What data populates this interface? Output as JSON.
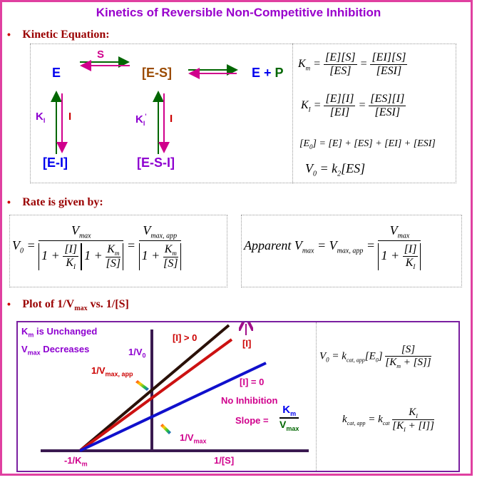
{
  "title": "Kinetics of Reversible Non-Competitive Inhibition",
  "bullet": "•",
  "section1": "Kinetic Equation:",
  "section2": "Rate is given by:",
  "section3": {
    "prefix": "Plot of 1/V",
    "sub": "max",
    "suffix": " vs. 1/[S]"
  },
  "scheme": {
    "E": "E",
    "ES": "[E-S]",
    "EP": "E + ",
    "P": "P",
    "S": "S",
    "EI": "[E-I]",
    "ESI": "[E-S-I]",
    "KI": "K",
    "KI_sub": "I",
    "KI2": "K",
    "KI2_sub": "I",
    "KI2_sup": "'",
    "I": "I"
  },
  "equations": {
    "km": "K",
    "km_sub": "m",
    "ki": "K",
    "ki_sub": "I",
    "E": "[E]",
    "S": "[S]",
    "ES": "[ES]",
    "EI": "[EI]",
    "ESI": "[ESI]",
    "I": "[I]",
    "eq": "=",
    "e0_line": "[E",
    "e0_sub": "0",
    "e0_rest": "] = [E] + [ES] + [EI] + [ESI]",
    "v0_line": "V",
    "v0_sub": "0",
    "v0_mid": " = k",
    "v0_k_sub": "2",
    "v0_end": "[ES]"
  },
  "rate": {
    "V0": "V",
    "V0_sub": "0",
    "Vmax": "V",
    "Vmax_sub": "max",
    "Vapp_sub": "max, app",
    "one_plus": "1 +",
    "I": "[I]",
    "KI": "K",
    "KI_sub": "I",
    "Km": "K",
    "Km_sub": "m",
    "S": "[S]",
    "apparent": "Apparent V",
    "apparent_sub": "max"
  },
  "plot": {
    "note1": "K",
    "note1_sub": "m",
    "note1_rest": " is Unchanged",
    "note2": "V",
    "note2_sub": "max",
    "note2_rest": " Decreases",
    "yaxis": "1/V",
    "yaxis_sub": "0",
    "xaxis": "1/[S]",
    "xintercept": "-1/K",
    "xintercept_sub": "m",
    "i_gt0": "[I] > 0",
    "i_arrow": "[I]",
    "i_eq0": "[I] = 0",
    "no_inhibition": "No Inhibition",
    "vmax_app": "1/V",
    "vmax_app_sub": "max, app",
    "vmax": "1/V",
    "vmax_sub": "max",
    "slope": "Slope =",
    "slope_num": "K",
    "slope_num_sub": "m",
    "slope_den": "V",
    "slope_den_sub": "max",
    "colors": {
      "inhibited_strong": "#2a1008",
      "inhibited": "#cc1111",
      "no_inhibition": "#1010cc"
    }
  },
  "kcat": {
    "V0": "V",
    "V0_sub": "0",
    "k": "k",
    "k_sub_app": "cat, app",
    "k_sub": "cat",
    "E0": "[E",
    "E0_sub": "0",
    "S": "[S]",
    "Km": "K",
    "Km_sub": "m",
    "plus": " + ",
    "KI": "K",
    "KI_sub": "I",
    "I": "[I]"
  }
}
